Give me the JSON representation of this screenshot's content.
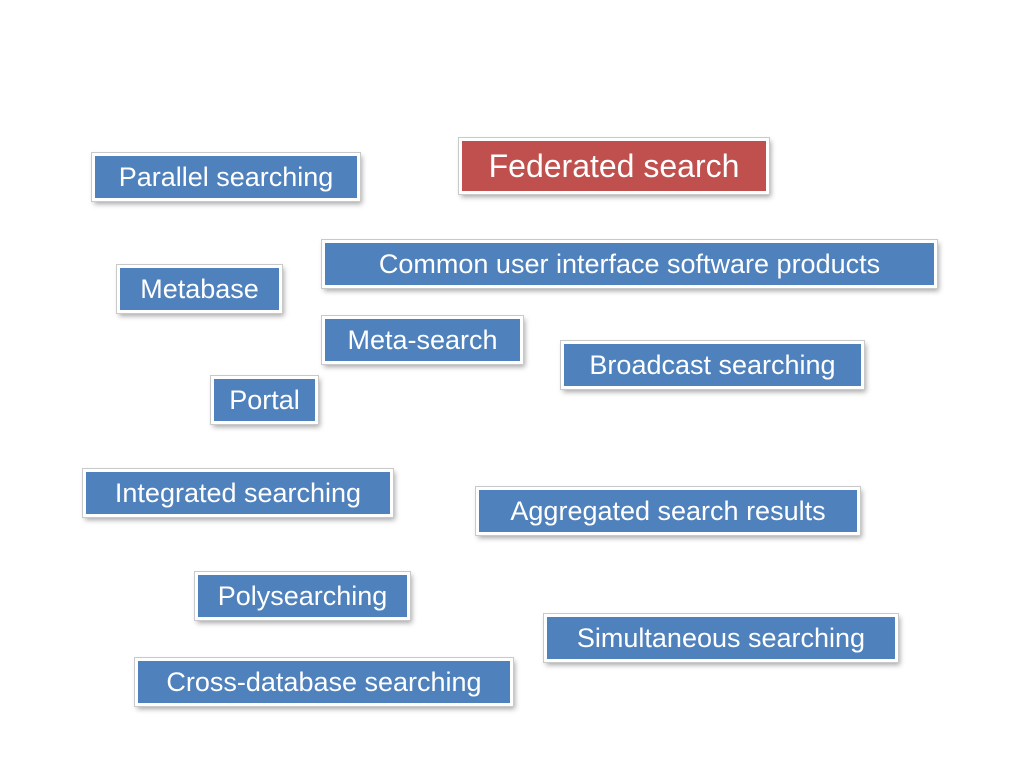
{
  "colors": {
    "background": "#ffffff",
    "term_blue": "#4f81bd",
    "term_red": "#c0504d",
    "text": "#ffffff"
  },
  "terms": {
    "federated": "Federated search",
    "parallel": "Parallel searching",
    "common": "Common user interface software products",
    "metabase": "Metabase",
    "meta": "Meta-search",
    "broadcast": "Broadcast searching",
    "portal": "Portal",
    "integrated": "Integrated searching",
    "aggregated": "Aggregated search results",
    "poly": "Polysearching",
    "simultaneous": "Simultaneous searching",
    "cross": "Cross-database searching"
  }
}
